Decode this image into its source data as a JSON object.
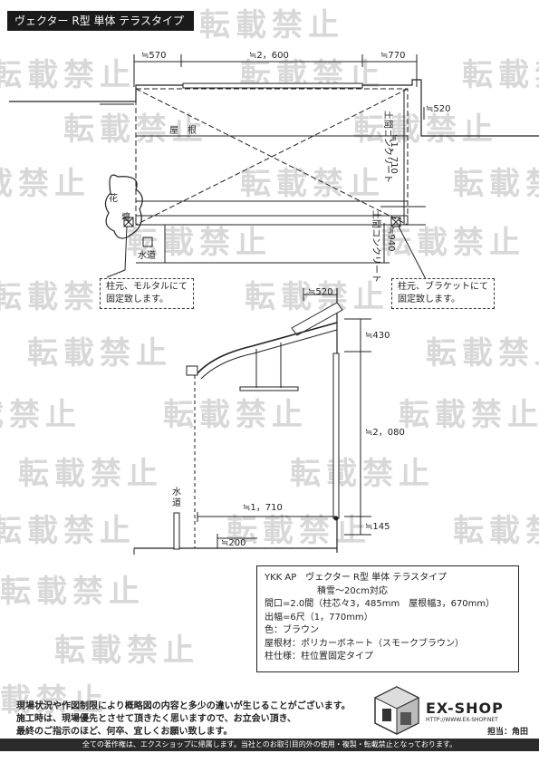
{
  "header": {
    "title": "ヴェクター R型 単体 テラスタイプ"
  },
  "watermark": {
    "text": "転載禁止"
  },
  "plan": {
    "dim_left": "≒570",
    "dim_width": "≒2，600",
    "dim_right": "≒770",
    "dim_side": "≒520",
    "dim_depth": "≒1，710",
    "dim_bottom": "≒940",
    "roof_label": "屋　根",
    "flower_bed": "花\n壇",
    "flower_bed_top": "花",
    "flower_bed_bottom": "壇",
    "water_label": "水道",
    "concrete_top": "土間コンクリート",
    "concrete_bottom": "土間コンクリート"
  },
  "notes": {
    "left": [
      "柱元、モルタルにて",
      "固定致します。"
    ],
    "right": [
      "柱元、ブラケットにて",
      "固定致します。"
    ]
  },
  "elevation": {
    "dim_top": "≒520",
    "dim_eave": "≒430",
    "dim_height": "≒2，080",
    "dim_depth": "≒1，710",
    "dim_bottom": "≒145",
    "dim_base": "≒200",
    "water_label_1": "水",
    "water_label_2": "道"
  },
  "spec": {
    "line1": "YKK AP　ヴェクター R型 単体 テラスタイプ",
    "line2": "積雪～20cm対応",
    "line3": "間口=2.0間（柱芯々3，485mm　屋根幅3，670mm）",
    "line4": "出幅=6尺（1，770mm）",
    "line5": "色：ブラウン",
    "line6": "屋根材：ポリカーボネート（スモークブラウン）",
    "line7": "柱仕様：柱位置固定タイプ"
  },
  "footer": {
    "line1": "現場状況や作図制限により概略図の内容と多少の違いが生じることがございます。",
    "line2": "施工時は、現場優先とさせて頂きたく思いますので、お立会い頂き、",
    "line3": "最終のご指示のほど、何卒、宜しくお願い致します。",
    "brand": "EX-SHOP",
    "url": "HTTP://WWW.EX-SHOP.NET",
    "person": "担当：角田",
    "copyright": "全ての著作権は、エクスショップに帰属します。当社とのお取引目的外の使用・複製・転載禁止となっております。"
  }
}
